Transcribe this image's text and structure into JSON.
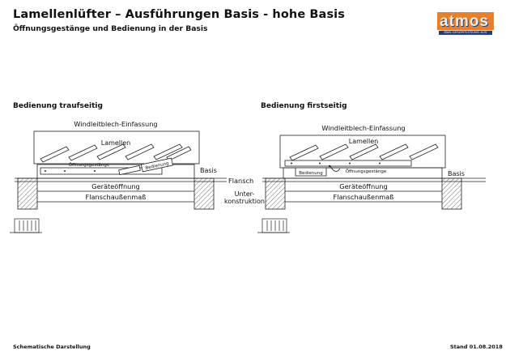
{
  "header": {
    "title": "Lamellenlüfter – Ausführungen Basis - hohe Basis",
    "subtitle": "Öffnungsgestänge und Bedienung in der Basis"
  },
  "logo": {
    "text": "atmos",
    "tagline": "RWA-GESAMTLÖSUNG AUS EINER HAND",
    "brand_color": "#ef7d22",
    "secondary_color": "#1f3f7a"
  },
  "left_diagram": {
    "heading": "Bedienung traufseitig",
    "windleitblech": "Windleitblech-Einfassung",
    "lamellen": "Lamellen",
    "oeffnungsgestaenge": "Öffnungsgestänge",
    "bedienung": "Bedienung",
    "basis": "Basis",
    "geraeteoeffnung": "Geräteöffnung",
    "flanschaussenmass": "Flanschaußenmaß"
  },
  "center_labels": {
    "flansch": "Flansch",
    "unterkonstruktion_1": "Unter-",
    "unterkonstruktion_2": "konstruktion"
  },
  "right_diagram": {
    "heading": "Bedienung firstseitig",
    "windleitblech": "Windleitblech-Einfassung",
    "lamellen": "Lamellen",
    "oeffnungsgestaenge": "Öffnungsgestänge",
    "bedienung": "Bedienung",
    "basis": "Basis",
    "geraeteoeffnung": "Geräteöffnung",
    "flanschaussenmass": "Flanschaußenmaß"
  },
  "footer": {
    "left": "Schematische Darstellung",
    "right": "Stand 01.08.2018"
  }
}
